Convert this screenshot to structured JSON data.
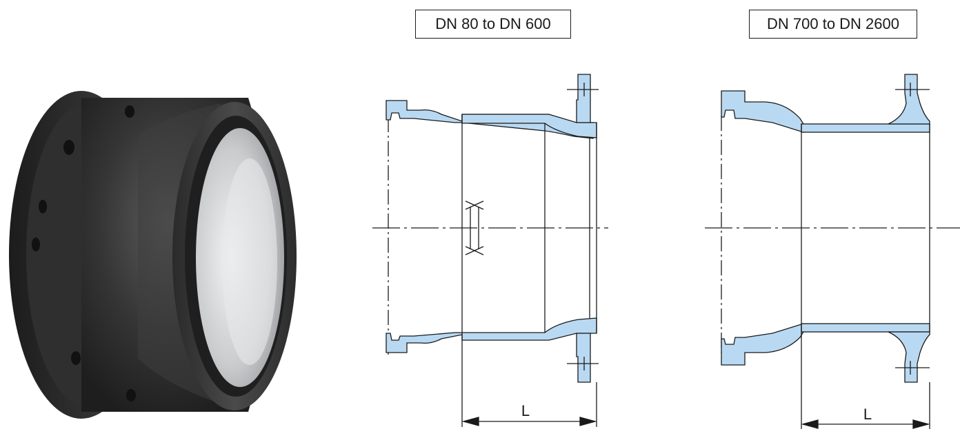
{
  "labels": {
    "left_range": "DN 80 to DN 600",
    "right_range": "DN 700 to DN 2600",
    "dim_left": "L",
    "dim_right": "L"
  },
  "colors": {
    "section_fill": "#b9d9f2",
    "line": "#1a1a1a",
    "product_body": "#2c2c2c",
    "product_highlight": "#5a5a5a",
    "product_interior": "#d4d6d8"
  }
}
